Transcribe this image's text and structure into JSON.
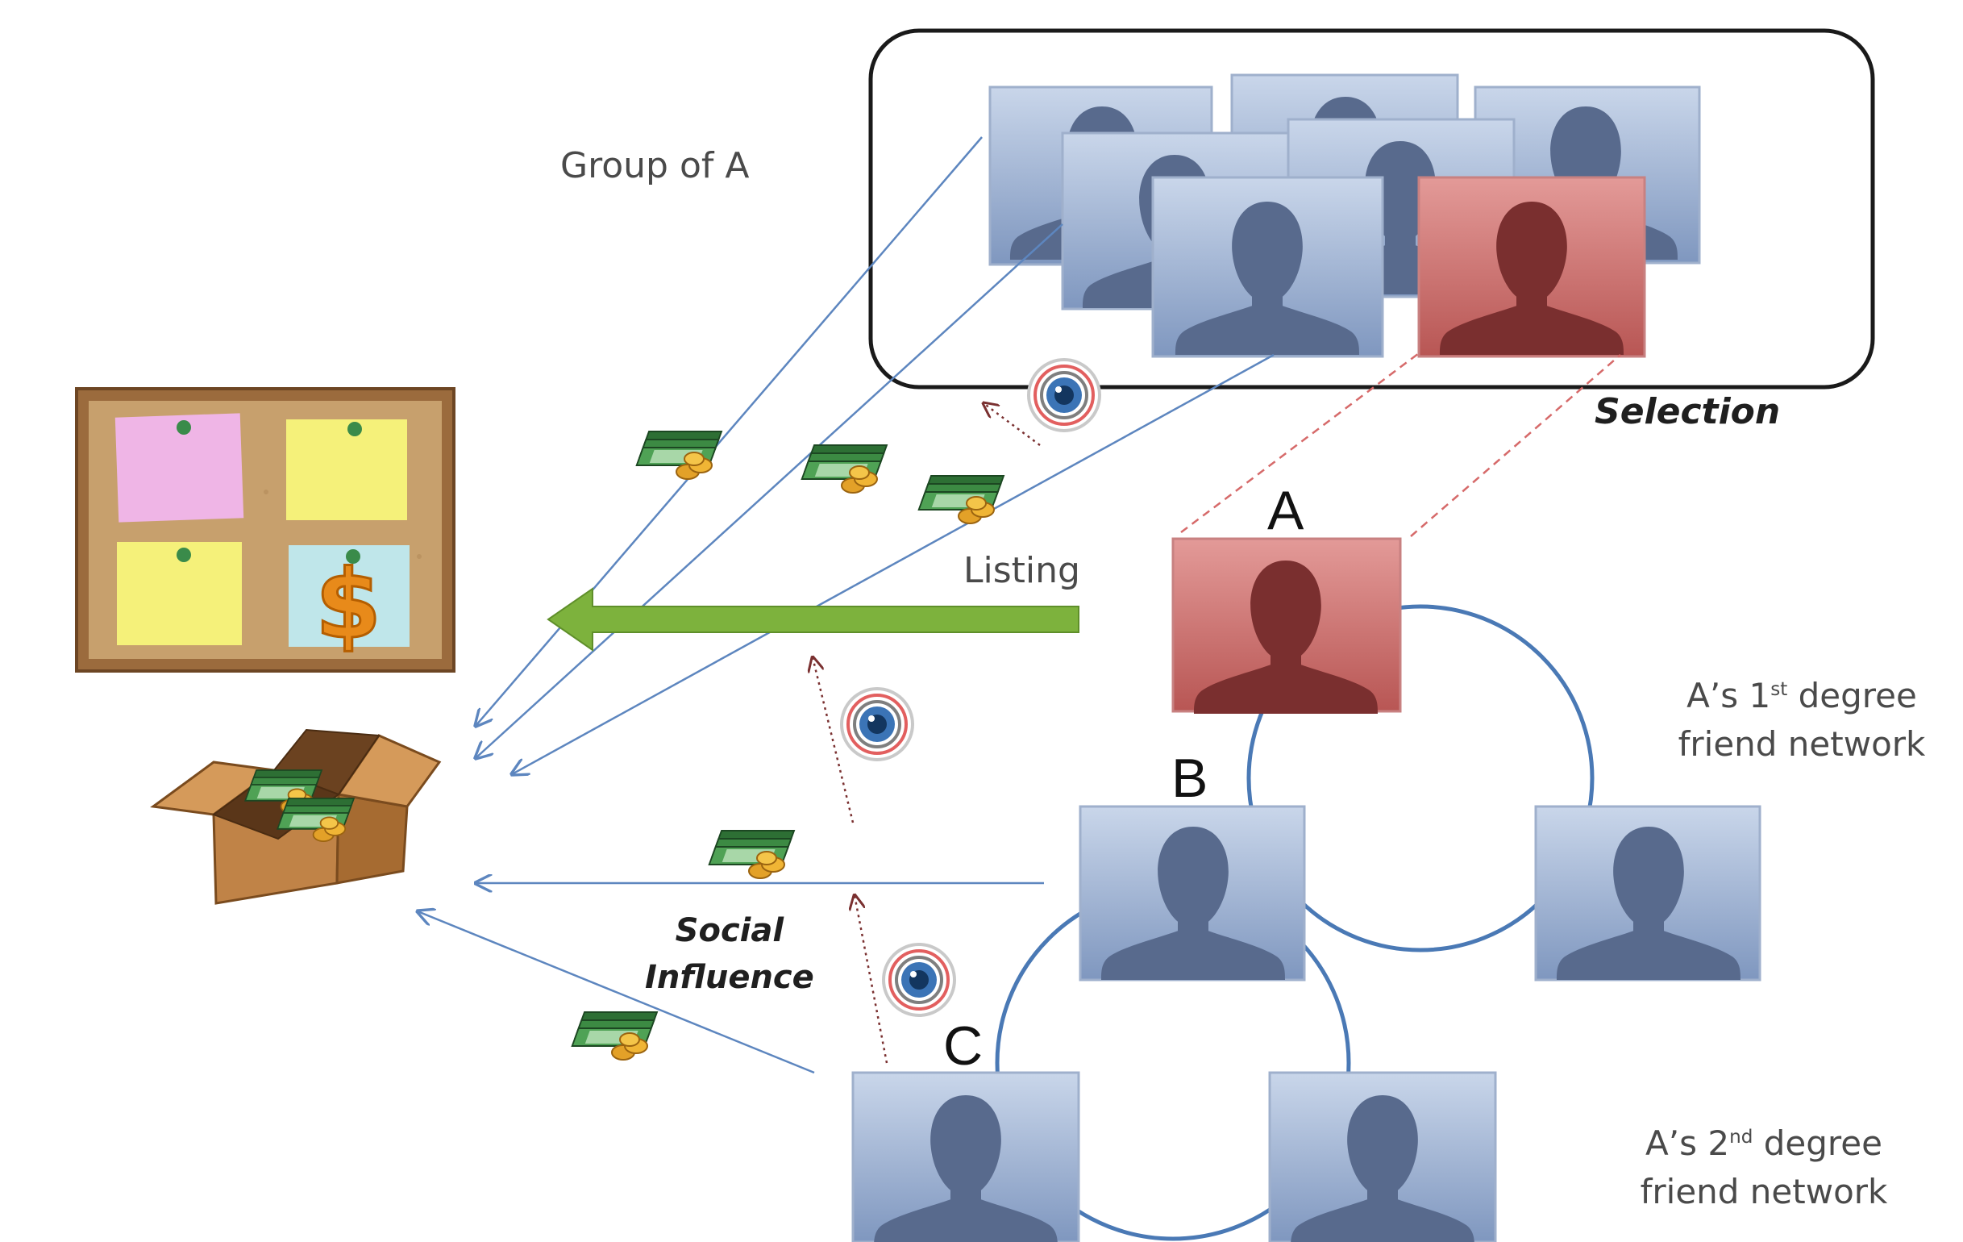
{
  "labels": {
    "group_of_a": "Group of A",
    "selection": "Selection",
    "listing": "Listing",
    "social_influence_line1": "Social",
    "social_influence_line2": "Influence",
    "first_degree_line1_prefix": "A’s 1",
    "first_degree_line1_sup": "st",
    "first_degree_line1_suffix": " degree",
    "first_degree_line2": "friend network",
    "second_degree_line1_prefix": "A’s 2",
    "second_degree_line1_sup": "nd",
    "second_degree_line1_suffix": " degree",
    "second_degree_line2": "friend network"
  },
  "nodes": {
    "a": "A",
    "b": "B",
    "c": "C"
  },
  "board_note_symbol": "$",
  "colors": {
    "person_blue": "#8ea3c6",
    "person_red": "#c96a6a",
    "arrow_green": "#7db23d",
    "network_circle": "#4a79b5",
    "group_border": "#1a1a1a"
  },
  "icons": [
    "person-silhouette-icon",
    "eye-icon",
    "money-stack-icon",
    "bulletin-board-icon",
    "cardboard-box-icon",
    "dollar-sign-icon"
  ]
}
